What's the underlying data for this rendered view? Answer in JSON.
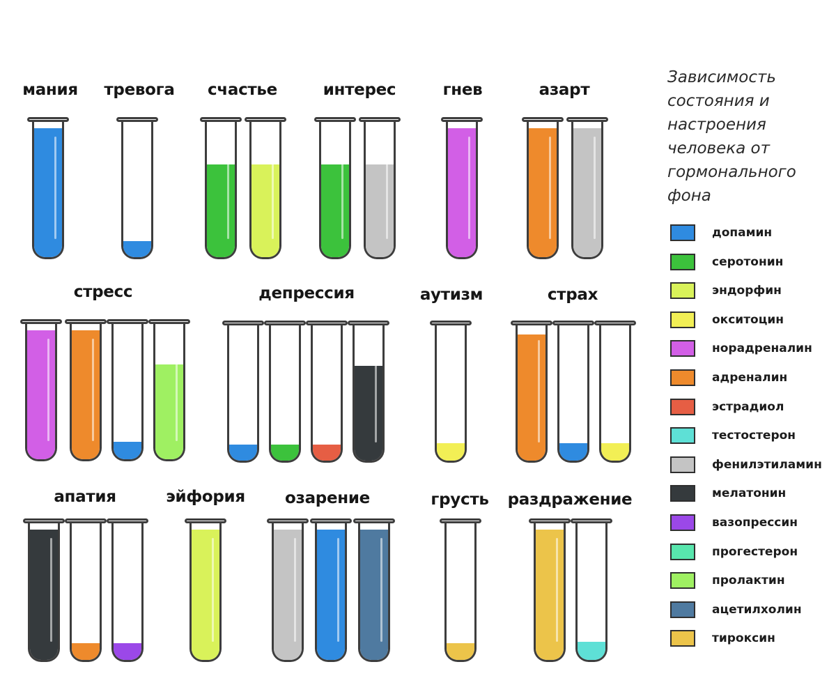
{
  "legend": {
    "title_lines": [
      "Зависимость",
      "состояния и",
      "настроения",
      "человека от",
      "гормонального",
      "фона"
    ],
    "items": [
      {
        "key": "dopamine",
        "label": "допамин",
        "color": "#2f8be0"
      },
      {
        "key": "serotonin",
        "label": "серотонин",
        "color": "#3cc23c"
      },
      {
        "key": "endorphin",
        "label": "эндорфин",
        "color": "#d9f25a"
      },
      {
        "key": "oxytocin",
        "label": "окситоцин",
        "color": "#f2ef55"
      },
      {
        "key": "noradrenaline",
        "label": "норадреналин",
        "color": "#d25fe6"
      },
      {
        "key": "adrenaline",
        "label": "адреналин",
        "color": "#ee8a2c"
      },
      {
        "key": "estradiol",
        "label": "эстрадиол",
        "color": "#e65e44"
      },
      {
        "key": "testosterone",
        "label": "тестостерон",
        "color": "#5ee0d6"
      },
      {
        "key": "phenylethylamine",
        "label": "фенилэтиламин",
        "color": "#c4c4c4"
      },
      {
        "key": "melatonin",
        "label": "мелатонин",
        "color": "#353a3d"
      },
      {
        "key": "vasopressin",
        "label": "вазопрессин",
        "color": "#9b48e8"
      },
      {
        "key": "progesterone",
        "label": "прогестерон",
        "color": "#58e6ad"
      },
      {
        "key": "prolactin",
        "label": "пролактин",
        "color": "#9ff062"
      },
      {
        "key": "acetylcholine",
        "label": "ацетилхолин",
        "color": "#4f7aa0"
      },
      {
        "key": "thyroxine",
        "label": "тироксин",
        "color": "#ecc44a"
      }
    ]
  },
  "states": [
    {
      "name": "мания",
      "tubes": [
        {
          "hormone": "dopamine",
          "level": 0.95
        }
      ]
    },
    {
      "name": "тревога",
      "tubes": [
        {
          "hormone": "dopamine",
          "level": 0.12
        }
      ]
    },
    {
      "name": "счастье",
      "tubes": [
        {
          "hormone": "serotonin",
          "level": 0.68
        },
        {
          "hormone": "endorphin",
          "level": 0.68
        }
      ]
    },
    {
      "name": "интерес",
      "tubes": [
        {
          "hormone": "serotonin",
          "level": 0.68
        },
        {
          "hormone": "phenylethylamine",
          "level": 0.68
        }
      ]
    },
    {
      "name": "гнев",
      "tubes": [
        {
          "hormone": "noradrenaline",
          "level": 0.95
        }
      ]
    },
    {
      "name": "азарт",
      "tubes": [
        {
          "hormone": "adrenaline",
          "level": 0.95
        },
        {
          "hormone": "phenylethylamine",
          "level": 0.95
        }
      ]
    },
    {
      "name": "стресс",
      "tubes": [
        {
          "hormone": "noradrenaline",
          "level": 0.95
        },
        {
          "hormone": "adrenaline",
          "level": 0.95
        },
        {
          "hormone": "dopamine",
          "level": 0.13
        },
        {
          "hormone": "prolactin",
          "level": 0.7
        }
      ]
    },
    {
      "name": "депрессия",
      "tubes": [
        {
          "hormone": "dopamine",
          "level": 0.12
        },
        {
          "hormone": "serotonin",
          "level": 0.12
        },
        {
          "hormone": "estradiol",
          "level": 0.12
        },
        {
          "hormone": "melatonin",
          "level": 0.7
        }
      ]
    },
    {
      "name": "аутизм",
      "tubes": [
        {
          "hormone": "oxytocin",
          "level": 0.13
        }
      ]
    },
    {
      "name": "страх",
      "tubes": [
        {
          "hormone": "adrenaline",
          "level": 0.93
        },
        {
          "hormone": "dopamine",
          "level": 0.13
        },
        {
          "hormone": "oxytocin",
          "level": 0.13
        }
      ]
    },
    {
      "name": "апатия",
      "tubes": [
        {
          "hormone": "melatonin",
          "level": 0.95
        },
        {
          "hormone": "adrenaline",
          "level": 0.12
        },
        {
          "hormone": "vasopressin",
          "level": 0.12
        }
      ]
    },
    {
      "name": "эйфория",
      "tubes": [
        {
          "hormone": "endorphin",
          "level": 0.95
        }
      ]
    },
    {
      "name": "озарение",
      "tubes": [
        {
          "hormone": "phenylethylamine",
          "level": 0.95
        },
        {
          "hormone": "dopamine",
          "level": 0.95
        },
        {
          "hormone": "acetylcholine",
          "level": 0.95
        }
      ]
    },
    {
      "name": "грусть",
      "tubes": [
        {
          "hormone": "thyroxine",
          "level": 0.12
        }
      ]
    },
    {
      "name": "раздражение",
      "tubes": [
        {
          "hormone": "thyroxine",
          "level": 0.95
        },
        {
          "hormone": "testosterone",
          "level": 0.13
        }
      ]
    }
  ]
}
